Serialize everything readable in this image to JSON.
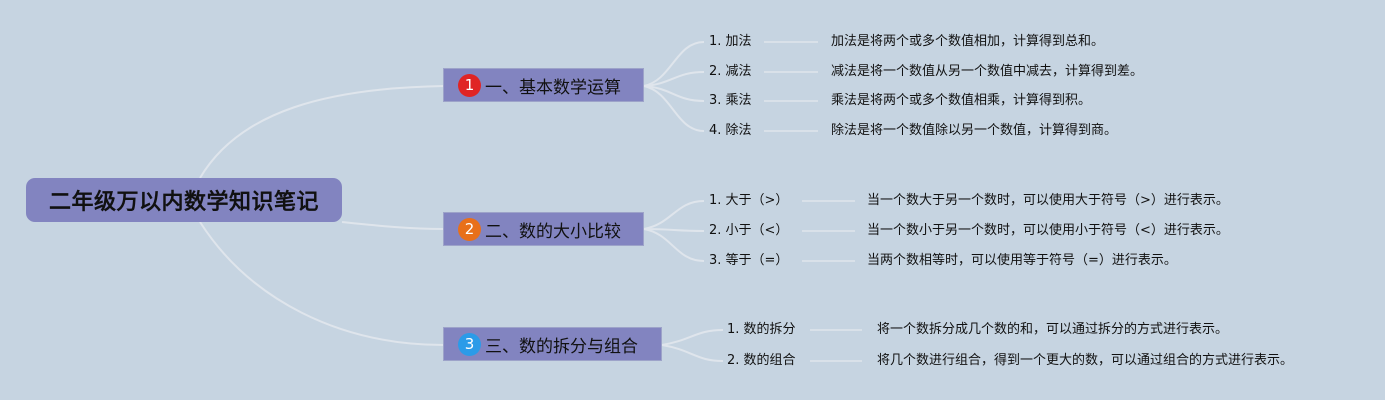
{
  "root": {
    "title": "二年级万以内数学知识笔记"
  },
  "colors": {
    "background": "#c6d4e1",
    "node_fill": "#8284c0",
    "connector": "#dfe5ec"
  },
  "branches": [
    {
      "badge": "1",
      "badge_color": "#e02424",
      "label": "一、基本数学运算",
      "items": [
        {
          "label": "1. 加法",
          "desc": "加法是将两个或多个数值相加，计算得到总和。"
        },
        {
          "label": "2. 减法",
          "desc": "减法是将一个数值从另一个数值中减去，计算得到差。"
        },
        {
          "label": "3. 乘法",
          "desc": "乘法是将两个或多个数值相乘，计算得到积。"
        },
        {
          "label": "4. 除法",
          "desc": "除法是将一个数值除以另一个数值，计算得到商。"
        }
      ]
    },
    {
      "badge": "2",
      "badge_color": "#e8701a",
      "label": "二、数的大小比较",
      "items": [
        {
          "label": "1. 大于（>）",
          "desc": "当一个数大于另一个数时，可以使用大于符号（>）进行表示。"
        },
        {
          "label": "2. 小于（<）",
          "desc": "当一个数小于另一个数时，可以使用小于符号（<）进行表示。"
        },
        {
          "label": "3. 等于（=）",
          "desc": "当两个数相等时，可以使用等于符号（=）进行表示。"
        }
      ]
    },
    {
      "badge": "3",
      "badge_color": "#2b9be8",
      "label": "三、数的拆分与组合",
      "items": [
        {
          "label": "1. 数的拆分",
          "desc": "将一个数拆分成几个数的和，可以通过拆分的方式进行表示。"
        },
        {
          "label": "2. 数的组合",
          "desc": "将几个数进行组合，得到一个更大的数，可以通过组合的方式进行表示。"
        }
      ]
    }
  ]
}
